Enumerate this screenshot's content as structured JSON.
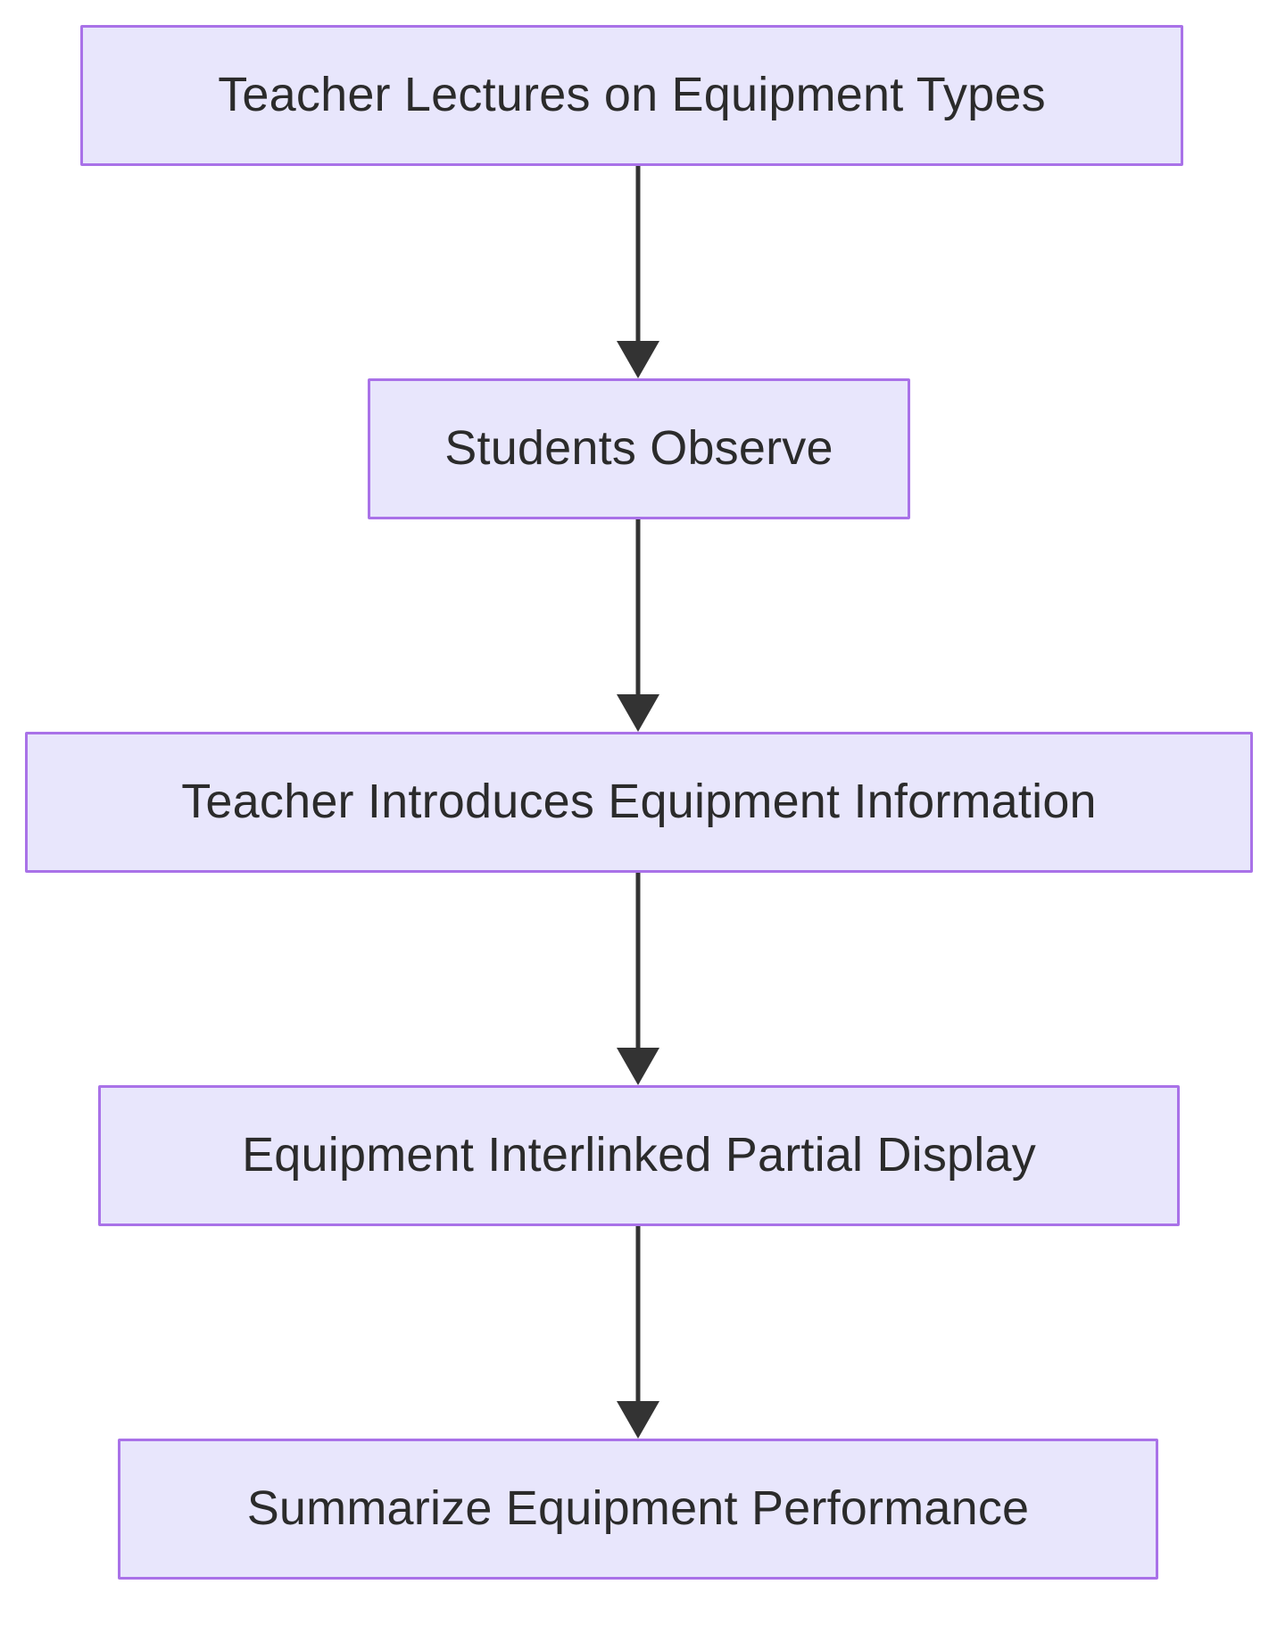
{
  "diagram": {
    "type": "flowchart",
    "direction": "top-down",
    "background_color": "#ffffff",
    "node_fill_color": "#e8e6fc",
    "node_border_color": "#a972e8",
    "node_text_color": "#2b2b2b",
    "edge_color": "#333333",
    "nodes": [
      {
        "id": "n1",
        "label": "Teacher Lectures on Equipment Types"
      },
      {
        "id": "n2",
        "label": "Students Observe"
      },
      {
        "id": "n3",
        "label": "Teacher Introduces Equipment Information"
      },
      {
        "id": "n4",
        "label": "Equipment Interlinked Partial Display"
      },
      {
        "id": "n5",
        "label": "Summarize Equipment Performance"
      }
    ],
    "edges": [
      {
        "id": "e1",
        "from": "n1",
        "to": "n2",
        "label": "",
        "arrow": "arrow-down-icon"
      },
      {
        "id": "e2",
        "from": "n2",
        "to": "n3",
        "label": "",
        "arrow": "arrow-down-icon"
      },
      {
        "id": "e3",
        "from": "n3",
        "to": "n4",
        "label": "",
        "arrow": "arrow-down-icon"
      },
      {
        "id": "e4",
        "from": "n4",
        "to": "n5",
        "label": "",
        "arrow": "arrow-down-icon"
      }
    ]
  }
}
